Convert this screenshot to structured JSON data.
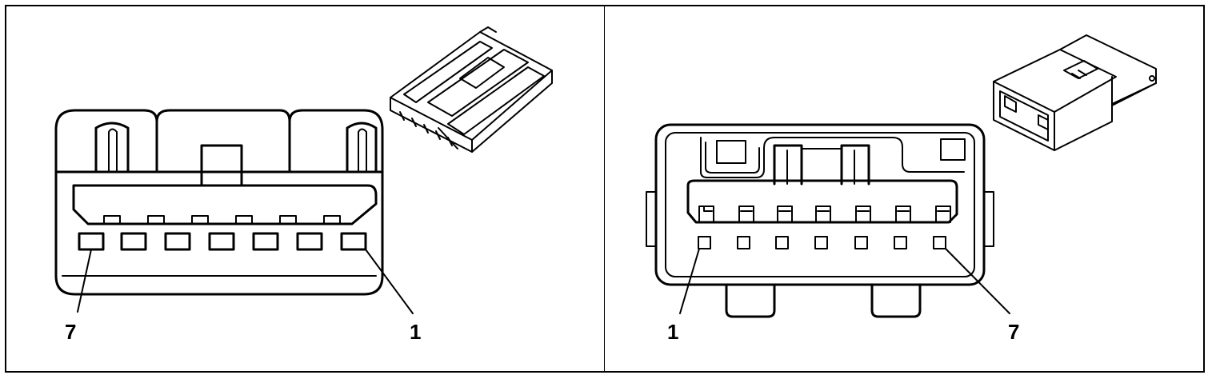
{
  "colors": {
    "line": "#000000",
    "background": "#ffffff"
  },
  "left_view": {
    "label_left": "7",
    "label_right": "1",
    "cavity_count": 7
  },
  "right_view": {
    "label_left": "1",
    "label_right": "7",
    "cavity_count": 7
  }
}
